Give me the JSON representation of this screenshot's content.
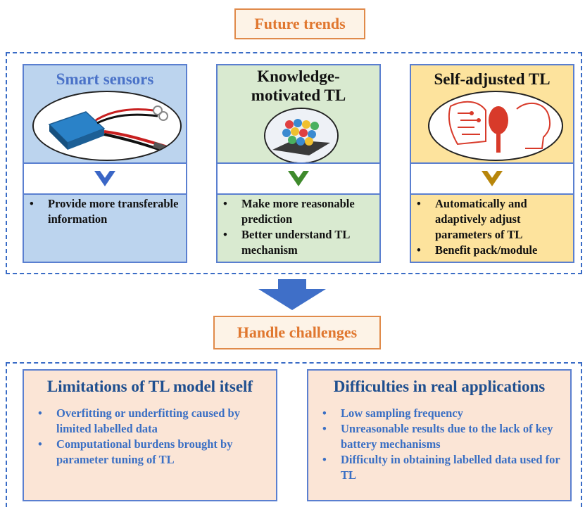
{
  "top_title": "Future trends",
  "panels": [
    {
      "title": "Smart sensors",
      "title_color": "#4a72c8",
      "chevron_color": "#3a66c6",
      "bullets": [
        "Provide more transferable information"
      ]
    },
    {
      "title": "Knowledge-motivated TL",
      "title_color": "#111111",
      "chevron_color": "#3f8a2c",
      "bullets": [
        "Make more reasonable prediction",
        "Better understand TL mechanism"
      ]
    },
    {
      "title": "Self-adjusted TL",
      "title_color": "#111111",
      "chevron_color": "#b8860b",
      "bullets": [
        "Automatically and adaptively adjust parameters of TL",
        "Benefit pack/module"
      ]
    }
  ],
  "middle_title": "Handle challenges",
  "bottom": [
    {
      "title": "Limitations of TL model itself",
      "bullets": [
        "Overfitting or underfitting caused by limited labelled data",
        "Computational burdens brought by parameter tuning of TL"
      ]
    },
    {
      "title": "Difficulties in real applications",
      "bullets": [
        "Low sampling frequency",
        "Unreasonable results due to the lack of key battery mechanisms",
        "Difficulty in obtaining labelled data used for TL"
      ]
    }
  ],
  "colors": {
    "accent_orange": "#e0772f",
    "dashed_blue": "#3a6cc6",
    "arrow_blue": "#3f6fc8"
  }
}
